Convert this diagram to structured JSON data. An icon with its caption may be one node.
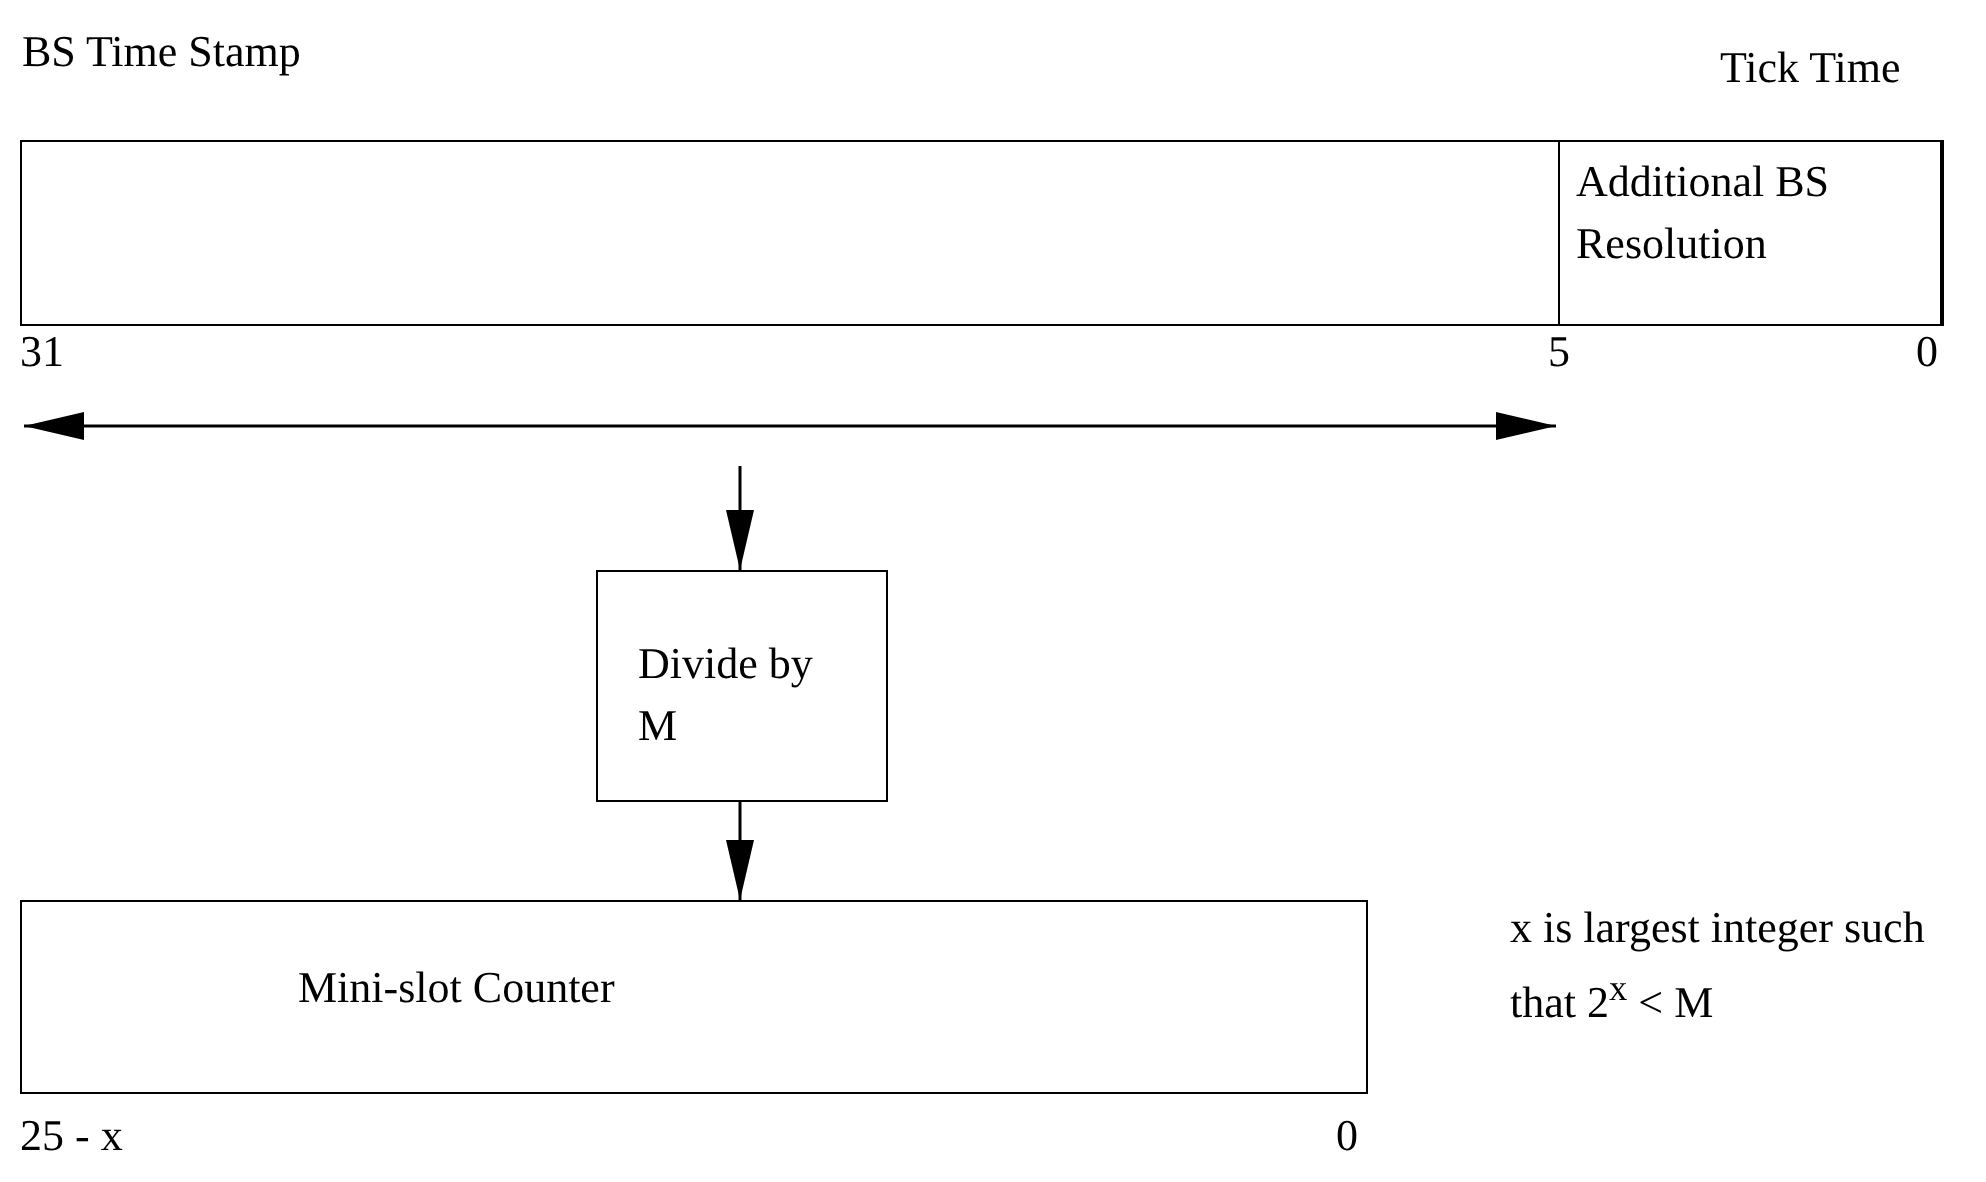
{
  "diagram": {
    "nodes": [
      {
        "text": [
          "BS Time Stamp"
        ]
      },
      {
        "text": [
          "Tick Time",
          "Additional BS Resolution"
        ],
        "in": 0
      },
      {
        "text": [
          "Divide by M"
        ]
      },
      {
        "text": [
          "Mini-slot Counter"
        ]
      }
    ],
    "edges": [
      {
        "from": null,
        "to": 2,
        "arrow": "to"
      },
      {
        "from": 2,
        "to": 3,
        "arrow": "to"
      }
    ],
    "labels": [
      "31",
      "5",
      "0",
      "25 - x",
      "0",
      "x is largest integer such that 2$^{x}$ < M"
    ]
  }
}
